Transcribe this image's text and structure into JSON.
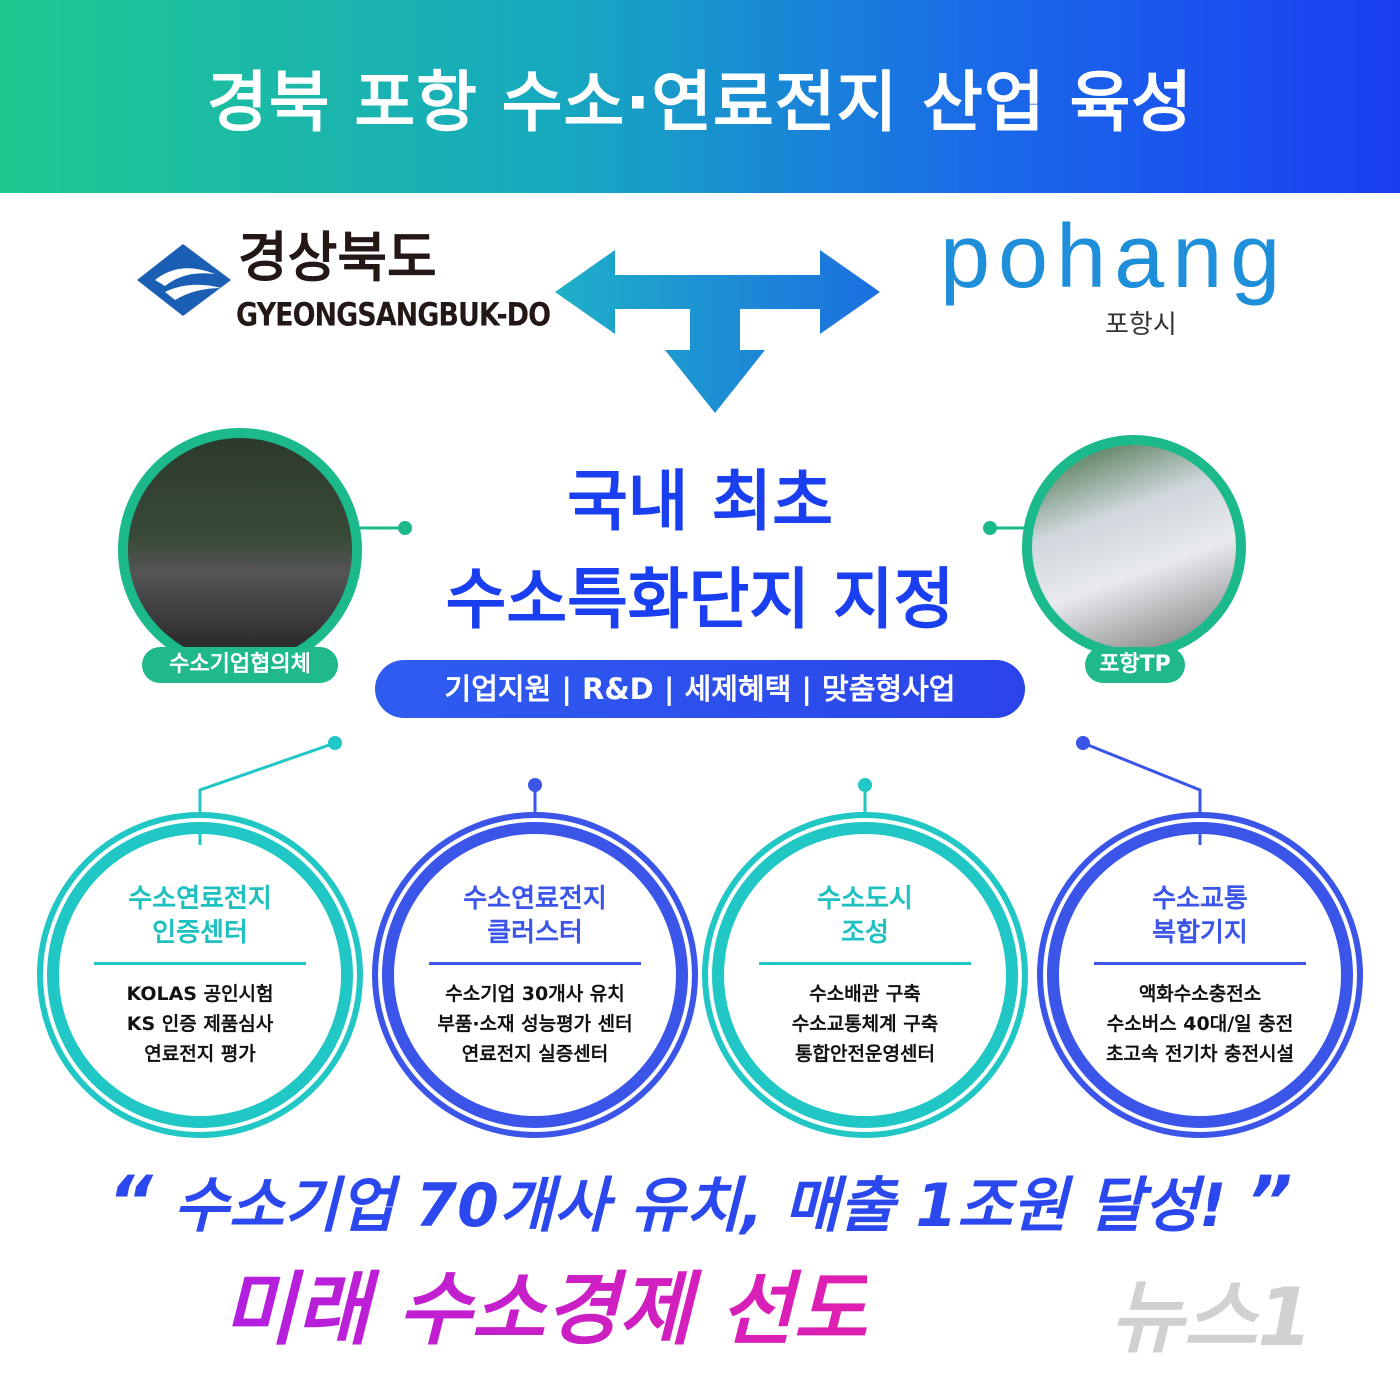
{
  "header": {
    "title": "경북 포항 수소·연료전지 산업 육성"
  },
  "logos": {
    "gyeongbuk_ko": "경상북도",
    "gyeongbuk_en": "GYEONGSANGBUK-DO",
    "pohang_en": "pohang",
    "pohang_ko": "포항시"
  },
  "photos": {
    "left_label": "수소기업협의체",
    "right_label": "포항TP"
  },
  "headline": {
    "line1": "국내 최초",
    "line2": "수소특화단지 지정",
    "tags": "기업지원 | R&D | 세제혜택 | 맞춤형사업"
  },
  "centers": [
    {
      "title1": "수소연료전지",
      "title2": "인증센터",
      "items": [
        "KOLAS 공인시험",
        "KS 인증 제품심사",
        "연료전지 평가"
      ]
    },
    {
      "title1": "수소연료전지",
      "title2": "클러스터",
      "items": [
        "수소기업 30개사 유치",
        "부품·소재 성능평가 센터",
        "연료전지 실증센터"
      ]
    },
    {
      "title1": "수소도시",
      "title2": "조성",
      "items": [
        "수소배관 구축",
        "수소교통체계 구축",
        "통합안전운영센터"
      ]
    },
    {
      "title1": "수소교통",
      "title2": "복합기지",
      "items": [
        "액화수소충전소",
        "수소버스 40대/일 충전",
        "초고속 전기차 충전시설"
      ]
    }
  ],
  "slogan": {
    "open_quote": "“",
    "text": "수소기업 70개사 유치, 매출 1조원 달성!",
    "close_quote": "”",
    "lead": "미래 수소경제 선도"
  },
  "watermark": "뉴스1",
  "colors": {
    "teal": "#20c7c4",
    "blue": "#3b55e9",
    "green": "#1bb98b",
    "magenta": "#c81fd0"
  }
}
